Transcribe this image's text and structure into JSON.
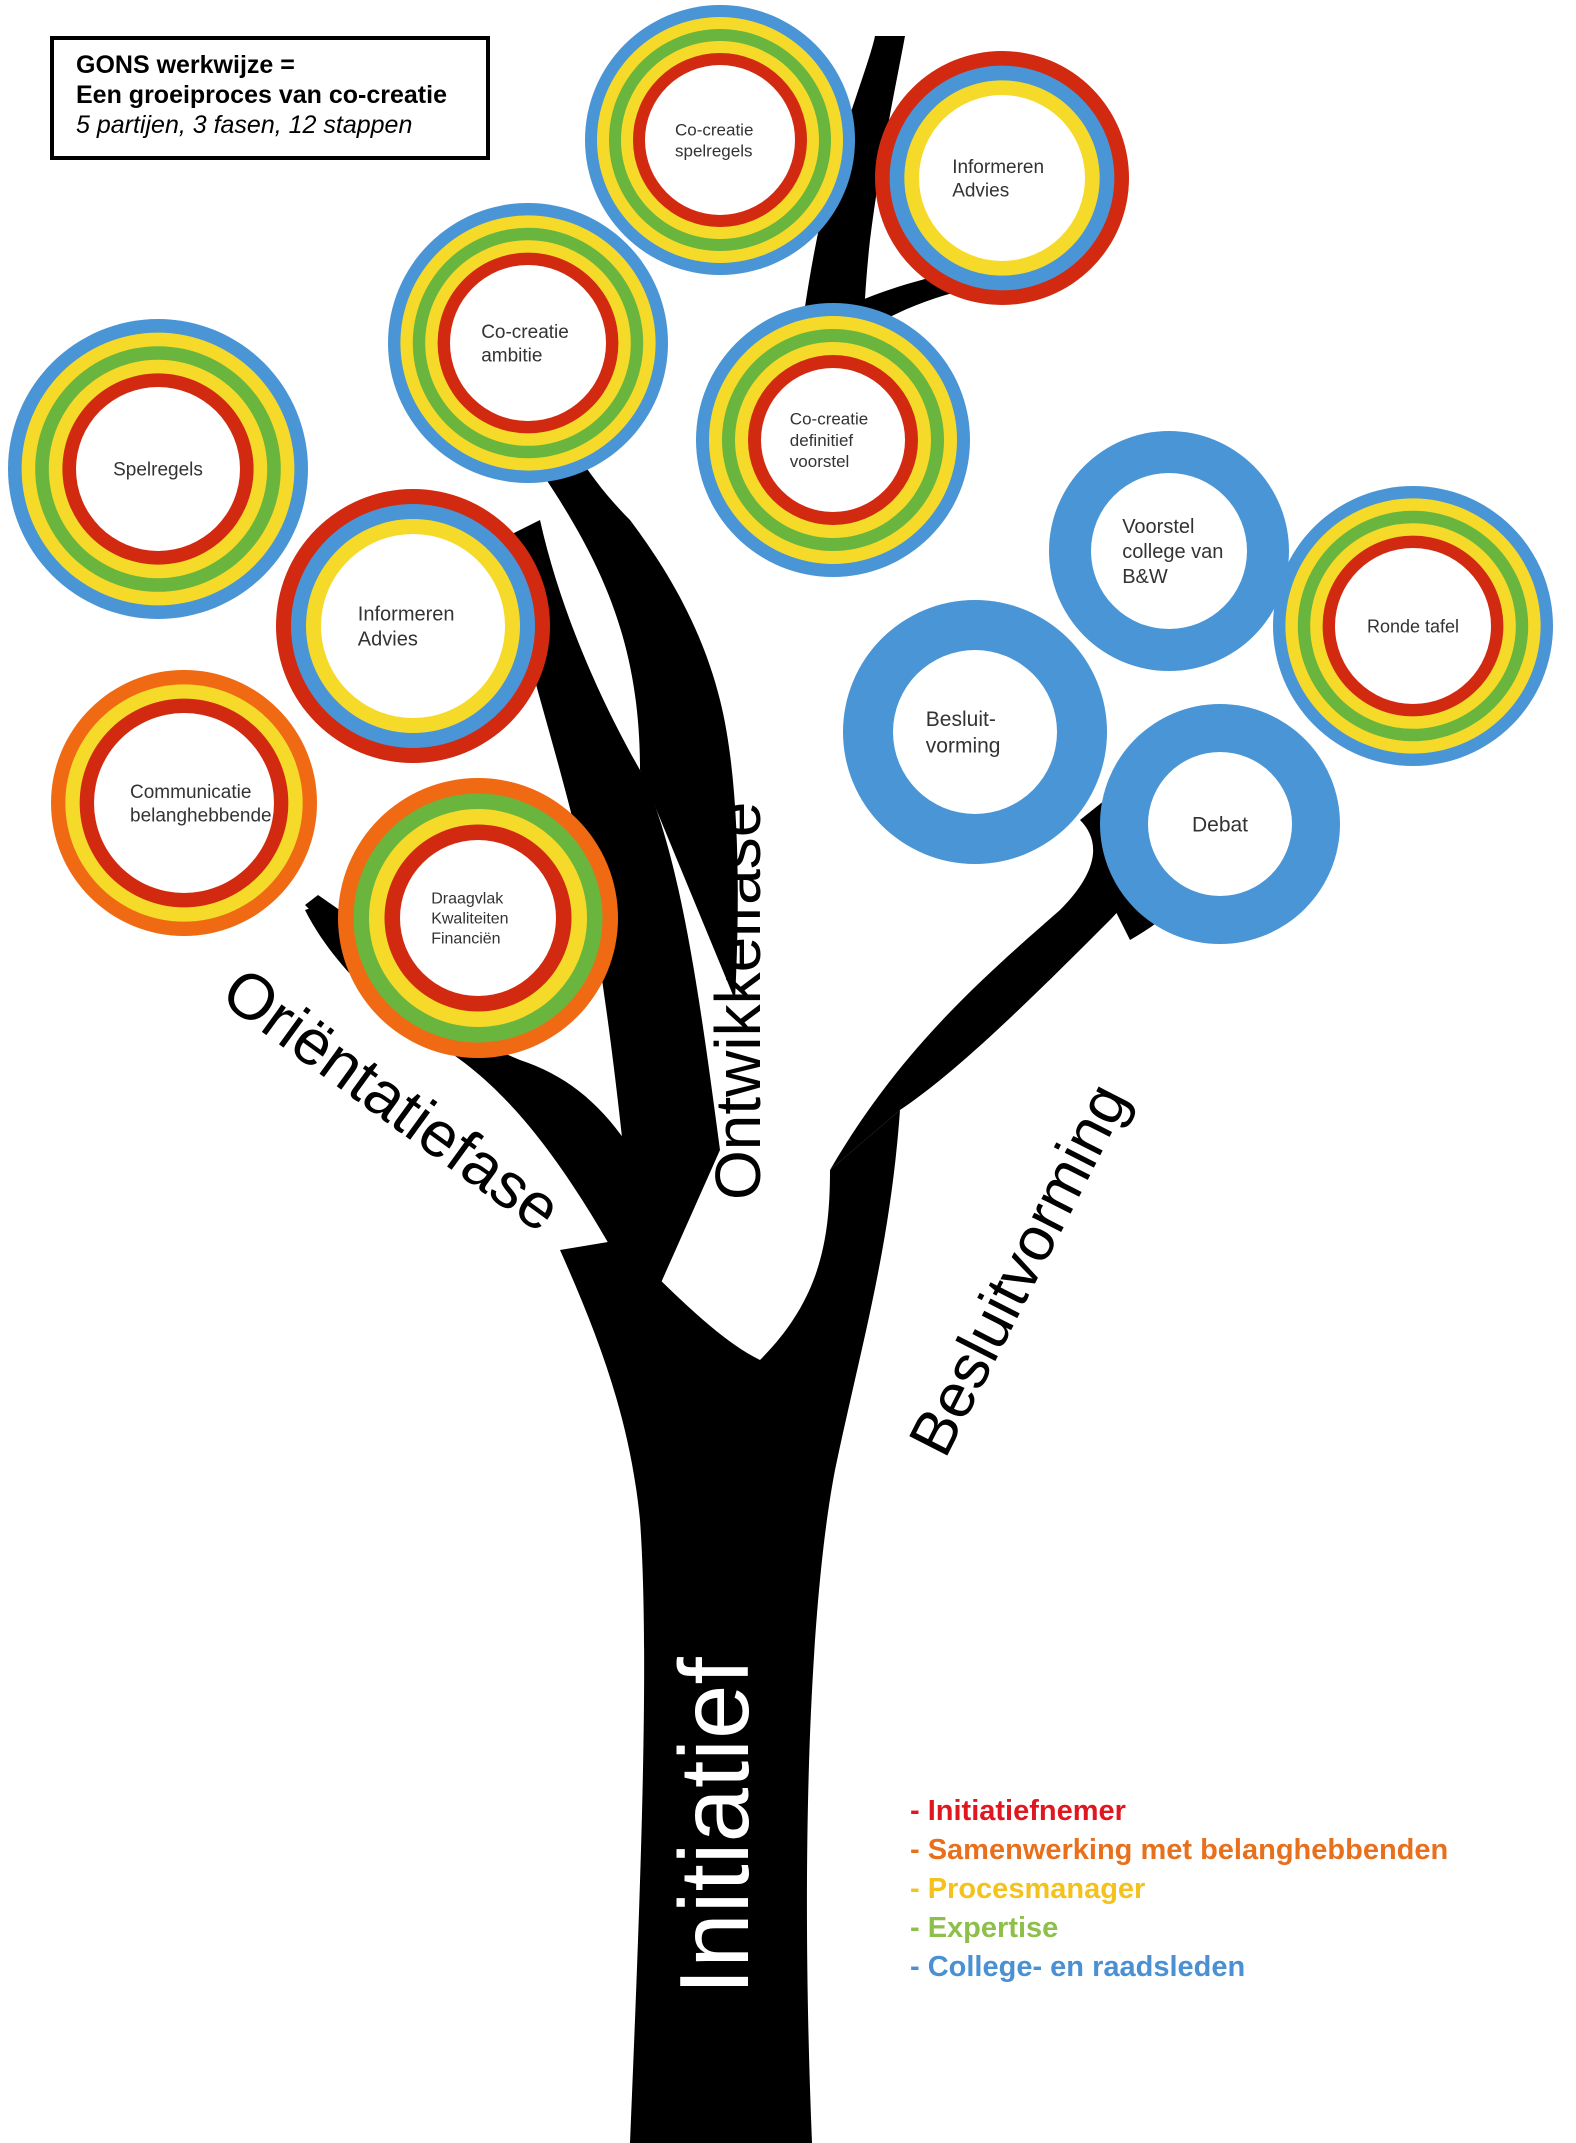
{
  "title_box": {
    "line1": "GONS werkwijze =",
    "line2": "Een groeiproces van co-creatie",
    "line3": "5 partijen, 3 fasen, 12 stappen"
  },
  "colors": {
    "initiatiefnemer": "#d12a10",
    "samenwerking": "#f06a14",
    "procesmanager": "#f5da2a",
    "expertise": "#6ab53d",
    "college": "#4a95d5",
    "trunk": "#000000"
  },
  "phases": {
    "initiatief": "Initiatief",
    "orientatie": "Oriëntatiefase",
    "ontwikkel": "Ontwikkelfase",
    "besluit": "Besluitvorming"
  },
  "circles": [
    {
      "id": "co-creatie-spelregels",
      "lines": [
        "Co-creatie",
        "spelregels"
      ],
      "rings": [
        "college",
        "procesmanager",
        "expertise",
        "procesmanager",
        "initiatiefnemer"
      ]
    },
    {
      "id": "informeren-advies-top",
      "lines": [
        "Informeren",
        "Advies"
      ],
      "rings": [
        "initiatiefnemer",
        "college",
        "procesmanager"
      ]
    },
    {
      "id": "co-creatie-ambitie",
      "lines": [
        "Co-creatie",
        "ambitie"
      ],
      "rings": [
        "college",
        "procesmanager",
        "expertise",
        "procesmanager",
        "initiatiefnemer"
      ]
    },
    {
      "id": "co-creatie-definitief-voorstel",
      "lines": [
        "Co-creatie",
        "definitief",
        "voorstel"
      ],
      "rings": [
        "college",
        "procesmanager",
        "expertise",
        "procesmanager",
        "initiatiefnemer"
      ]
    },
    {
      "id": "spelregels",
      "lines": [
        "Spelregels"
      ],
      "rings": [
        "college",
        "procesmanager",
        "expertise",
        "procesmanager",
        "initiatiefnemer"
      ]
    },
    {
      "id": "informeren-advies-left",
      "lines": [
        "Informeren",
        "Advies"
      ],
      "rings": [
        "initiatiefnemer",
        "college",
        "procesmanager"
      ]
    },
    {
      "id": "communicatie-belanghebbende",
      "lines": [
        "Communicatie",
        "belanghebbende"
      ],
      "rings": [
        "samenwerking",
        "procesmanager",
        "initiatiefnemer"
      ]
    },
    {
      "id": "draagvlak",
      "lines": [
        "Draagvlak",
        "Kwaliteiten",
        "Financiën"
      ],
      "rings": [
        "samenwerking",
        "expertise",
        "procesmanager",
        "initiatiefnemer"
      ]
    },
    {
      "id": "voorstel-college",
      "lines": [
        "Voorstel",
        "college van",
        "B&W"
      ],
      "rings": [
        "college"
      ]
    },
    {
      "id": "ronde-tafel",
      "lines": [
        "Ronde tafel"
      ],
      "rings": [
        "college",
        "procesmanager",
        "expertise",
        "procesmanager",
        "initiatiefnemer"
      ]
    },
    {
      "id": "besluitvorming-circle",
      "lines": [
        "Besluit-",
        "vorming"
      ],
      "rings": [
        "college"
      ]
    },
    {
      "id": "debat",
      "lines": [
        "Debat"
      ],
      "rings": [
        "college"
      ]
    }
  ],
  "legend": [
    {
      "key": "initiatiefnemer",
      "label": "- Initiatiefnemer",
      "color": "#e0171f"
    },
    {
      "key": "samenwerking",
      "label": "- Samenwerking met belanghebbenden",
      "color": "#e8701d"
    },
    {
      "key": "procesmanager",
      "label": "- Procesmanager",
      "color": "#f4c21c"
    },
    {
      "key": "expertise",
      "label": "- Expertise",
      "color": "#8dbf4a"
    },
    {
      "key": "college",
      "label": "- College- en raadsleden",
      "color": "#4b90d2"
    }
  ]
}
